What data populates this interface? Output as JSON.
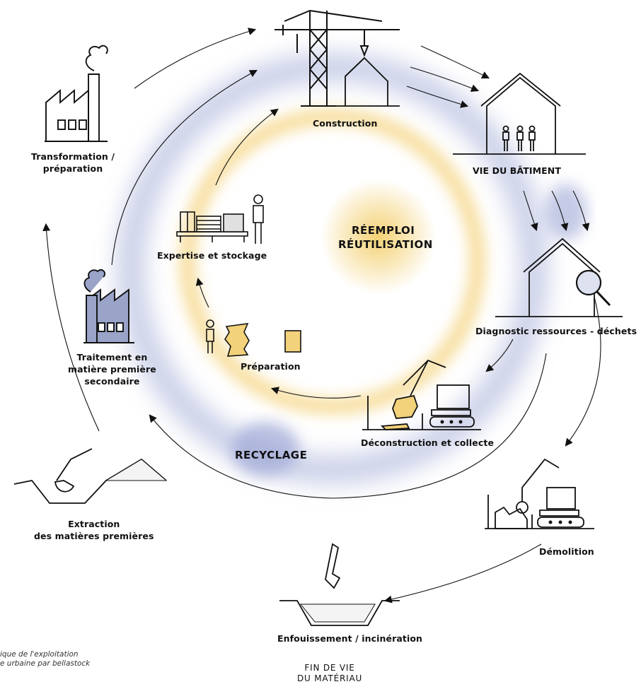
{
  "center": {
    "reuse_line1": "RÉEMPLOI",
    "reuse_line2": "RÉUTILISATION",
    "recycling": "RECYCLAGE"
  },
  "stages": {
    "construction": "Construction",
    "building_life": "VIE DU BÂTIMENT",
    "diagnostic": "Diagnostic ressources - déchets",
    "deconstruction": "Déconstruction et collecte",
    "preparation": "Préparation",
    "expertise": "Expertise et stockage",
    "demolition": "Démolition",
    "landfill": "Enfouissement / incinération",
    "extraction": "Extraction\ndes matières premières",
    "secondary_treatment": "Traitement en\nmatière première\nsecondaire",
    "transformation": "Transformation /\npréparation"
  },
  "end_of_life": "FIN DE VIE\nDU MATÉRIAU",
  "caption": "ique de l'exploitation\ne urbaine par bellastock",
  "colors": {
    "ink": "#111111",
    "reuse_glow": "#f3cf6e",
    "recycle_glow": "#9ea7d6",
    "factory_fill": "#9aa3c8",
    "material_fill": "#f2d27a"
  }
}
